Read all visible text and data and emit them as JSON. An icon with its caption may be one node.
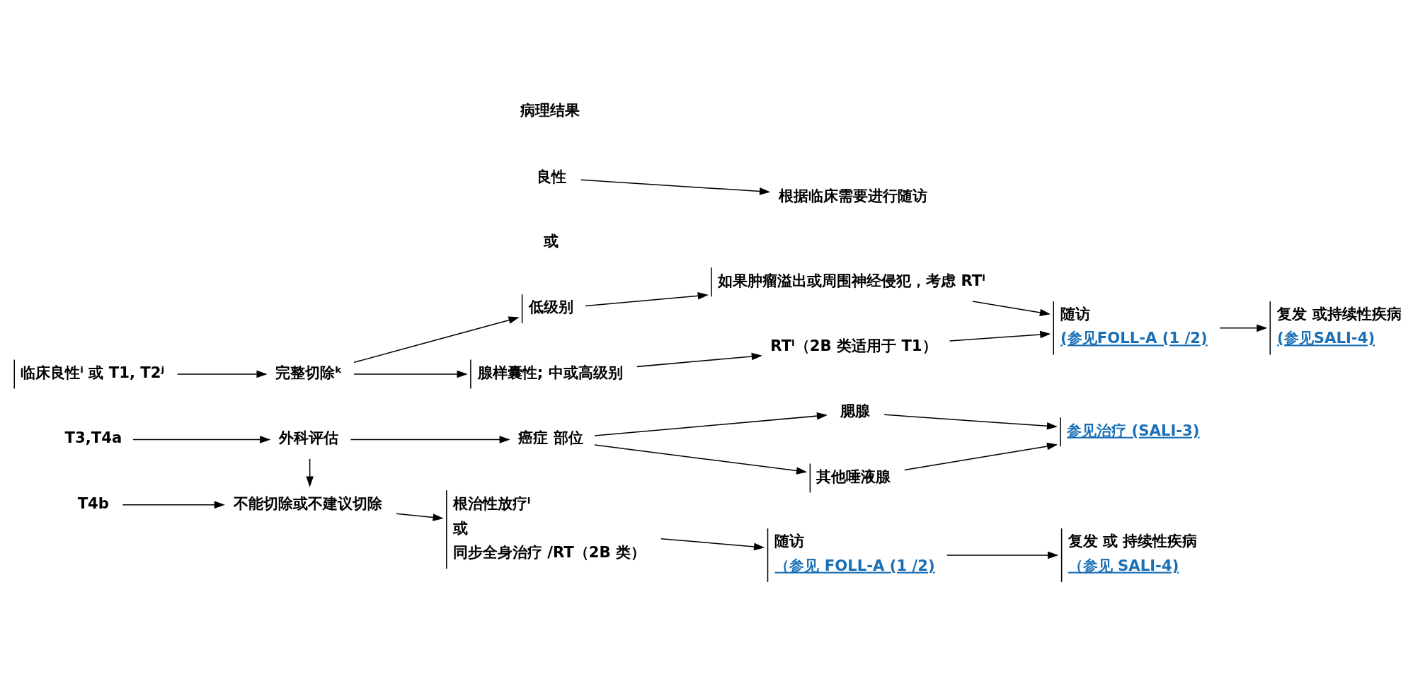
{
  "diagram": {
    "nodes": [
      {
        "text": [
          "临床良性ⁱ 或 T1, T2ʲ"
        ]
      },
      {
        "text": [
          "完整切除ᵏ"
        ]
      },
      {
        "text": [
          "良性"
        ]
      },
      {
        "text": [
          "低级别"
        ]
      },
      {
        "text": [
          "根据临床需要进行随访"
        ]
      },
      {
        "text": [
          "如果肿瘤溢出或周围神经侵犯，考虑 RTˡ"
        ]
      },
      {
        "text": [
          "腺样囊性; 中或高级别"
        ]
      },
      {
        "text": [
          "RTˡ（2B 类适用于 T1）"
        ]
      },
      {
        "text": [
          "随访",
          "(参见FOLL-A (1 /2)"
        ]
      },
      {
        "text": [
          "复发 或持续性疾病",
          "(参见SALI-4)"
        ]
      },
      {
        "text": [
          "T3,T4a"
        ]
      },
      {
        "text": [
          "外科评估"
        ]
      },
      {
        "text": [
          "癌症 部位"
        ]
      },
      {
        "text": [
          "腮腺"
        ]
      },
      {
        "text": [
          "其他唾液腺"
        ]
      },
      {
        "text": [
          "参见治疗 (SALI-3)"
        ]
      },
      {
        "text": [
          "T4b"
        ]
      },
      {
        "text": [
          "不能切除或不建议切除"
        ]
      },
      {
        "text": [
          "根治性放疗ˡ",
          "或",
          "同步全身治疗 /RT（2B 类）"
        ]
      },
      {
        "text": [
          "随访",
          "（参见 FOLL-A (1 /2)"
        ]
      },
      {
        "text": [
          "复发 或 持续性疾病",
          "（参见 SALI-4)"
        ]
      }
    ],
    "edges": [
      {
        "from": 0,
        "to": 1,
        "arrow": "to"
      },
      {
        "from": 1,
        "to": 3,
        "arrow": "to"
      },
      {
        "from": 1,
        "to": 6,
        "arrow": "to"
      },
      {
        "from": 2,
        "to": 4,
        "arrow": "to"
      },
      {
        "from": 3,
        "to": 5,
        "arrow": "to"
      },
      {
        "from": 6,
        "to": 7,
        "arrow": "to"
      },
      {
        "from": 5,
        "to": 8,
        "arrow": "to"
      },
      {
        "from": 7,
        "to": 8,
        "arrow": "to"
      },
      {
        "from": 8,
        "to": 9,
        "arrow": "to"
      },
      {
        "from": 10,
        "to": 11,
        "arrow": "to"
      },
      {
        "from": 11,
        "to": 12,
        "arrow": "to"
      },
      {
        "from": 12,
        "to": 13,
        "arrow": "to"
      },
      {
        "from": 12,
        "to": 14,
        "arrow": "to"
      },
      {
        "from": 13,
        "to": 15,
        "arrow": "to"
      },
      {
        "from": 14,
        "to": 15,
        "arrow": "to"
      },
      {
        "from": 11,
        "to": 17,
        "arrow": "to"
      },
      {
        "from": 16,
        "to": 17,
        "arrow": "to"
      },
      {
        "from": 17,
        "to": 18,
        "arrow": "to"
      },
      {
        "from": 18,
        "to": 19,
        "arrow": "to"
      },
      {
        "from": 19,
        "to": 20,
        "arrow": "to"
      }
    ],
    "labels": [
      "病理结果",
      "或"
    ]
  }
}
